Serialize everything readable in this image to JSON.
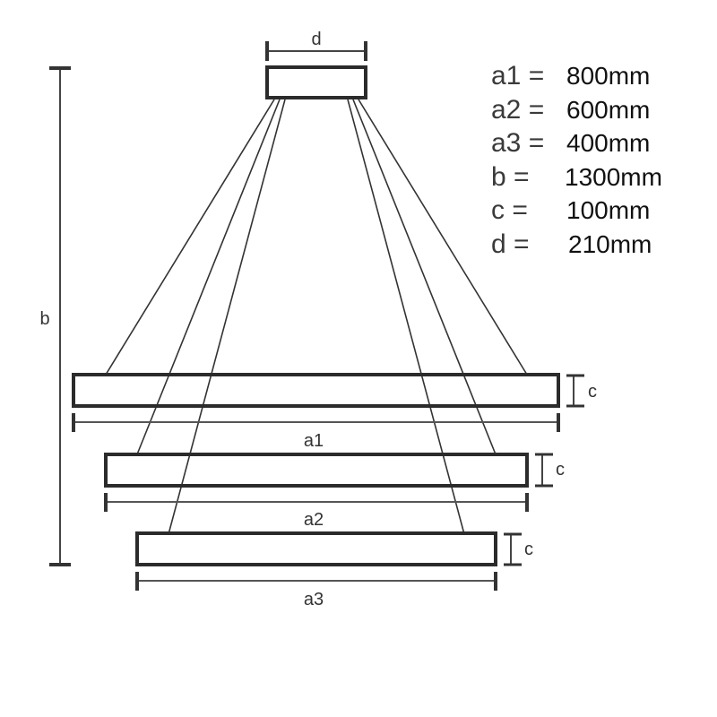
{
  "diagram": {
    "subject": "Three-ring pendant light dimension drawing",
    "labels": {
      "d": "d",
      "b": "b",
      "c1": "c",
      "c2": "c",
      "c3": "c",
      "a1": "a1",
      "a2": "a2",
      "a3": "a3"
    },
    "specs": [
      {
        "key": "a1 =",
        "value": "800mm"
      },
      {
        "key": "a2 =",
        "value": "600mm"
      },
      {
        "key": "a3 =",
        "value": "400mm"
      },
      {
        "key": "b =",
        "value": "1300mm"
      },
      {
        "key": "c =",
        "value": "100mm"
      },
      {
        "key": "d =",
        "value": "210mm"
      }
    ],
    "colors": {
      "stroke": "#2b2b2b",
      "dimension": "#555555",
      "text": "#333333",
      "background": "#ffffff"
    }
  }
}
